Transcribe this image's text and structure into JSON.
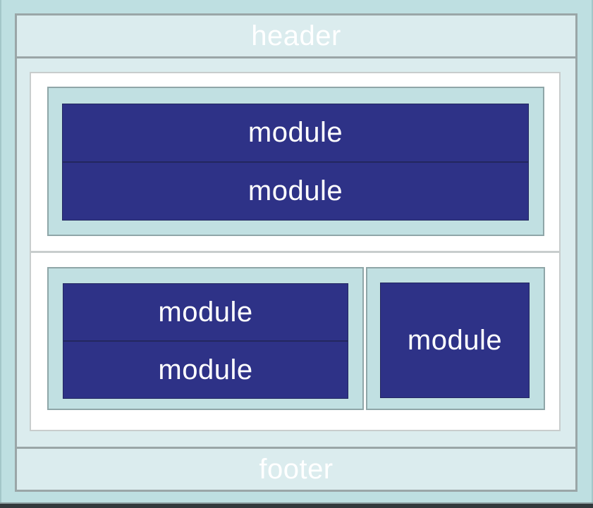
{
  "colors": {
    "outer_bg": "#bedfe1",
    "edge_line": "#a3c6c8",
    "container_bg": "#dbecee",
    "container_border": "#9aa6a7",
    "white_box_bg": "#ffffff",
    "white_box_border": "#c8cdcd",
    "panel_bg": "#c1e0e2",
    "panel_border": "#8fa6a8",
    "module_bg": "#2e3287",
    "module_border": "#23275f",
    "bottom_bar": "#32393c",
    "bottom_bar_line": "#8c9ea0",
    "text": "#ffffff"
  },
  "diagram": {
    "header": {
      "label": "header"
    },
    "footer": {
      "label": "footer"
    },
    "sections": [
      {
        "name": "top-section",
        "panels": [
          {
            "modules": [
              {
                "label": "module"
              },
              {
                "label": "module"
              }
            ]
          }
        ]
      },
      {
        "name": "bottom-section",
        "panels": [
          {
            "modules": [
              {
                "label": "module"
              },
              {
                "label": "module"
              }
            ]
          },
          {
            "modules": [
              {
                "label": "module"
              }
            ]
          }
        ]
      }
    ]
  }
}
